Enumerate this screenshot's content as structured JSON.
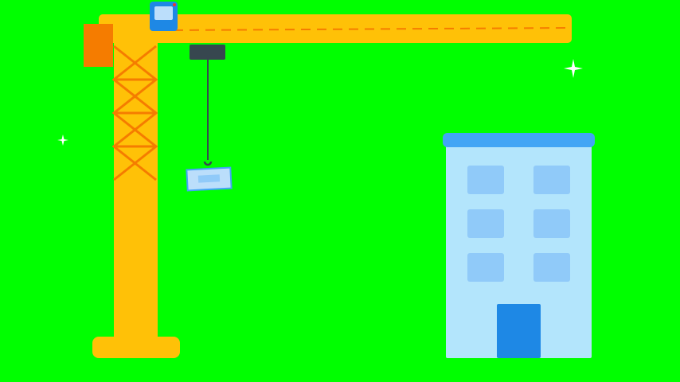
{
  "scene": {
    "background_color": "#00FF00",
    "crane": {
      "mast_color": "#FFC107",
      "lattice_color": "#F57C00",
      "counterweight_color": "#F57C00",
      "jib_color": "#FFC107",
      "jib_dash_color": "#F57C00",
      "cab_color": "#1E88E5",
      "cab_window_color": "#BBDEFB",
      "cab_light_color": "#E53935",
      "trolley_color": "#37474F",
      "cable_color": "#37474F",
      "load_color": "#BBDEFB",
      "load_border_color": "#42A5F5",
      "load_inner_color": "#90CAF9"
    },
    "building": {
      "body_color": "#B3E5FC",
      "roof_color": "#42A5F5",
      "window_color": "#90CAF9",
      "door_color": "#1E88E5",
      "window_rows": 3,
      "window_columns": 2
    },
    "sparkle_color": "#FFFFFF",
    "sparkles": [
      "sparkle-right",
      "sparkle-left"
    ]
  }
}
